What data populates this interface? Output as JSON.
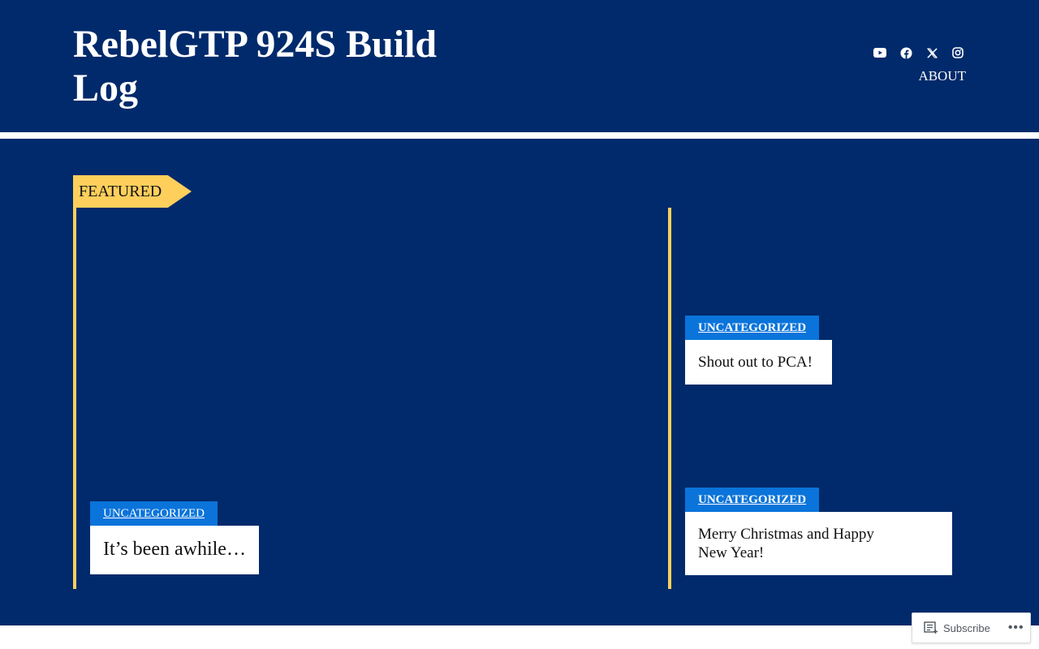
{
  "site": {
    "title": "RebelGTP 924S Build Log"
  },
  "header": {
    "social": [
      {
        "icon": "youtube-icon"
      },
      {
        "icon": "facebook-icon"
      },
      {
        "icon": "x-icon"
      },
      {
        "icon": "instagram-icon"
      }
    ],
    "nav_about": "ABOUT"
  },
  "featured": {
    "label": "FEATURED"
  },
  "posts": [
    {
      "category": "UNCATEGORIZED",
      "title": "It’s been awhile…"
    },
    {
      "category": "UNCATEGORIZED",
      "title": "Shout out to PCA!"
    },
    {
      "category": "UNCATEGORIZED",
      "title": "Merry Christmas and Happy New Year!"
    }
  ],
  "subscribe_bar": {
    "label": "Subscribe",
    "more": "•••"
  },
  "colors": {
    "navy": "#002a6b",
    "gold": "#ffcf5c",
    "blue": "#0a74da",
    "white": "#ffffff"
  }
}
